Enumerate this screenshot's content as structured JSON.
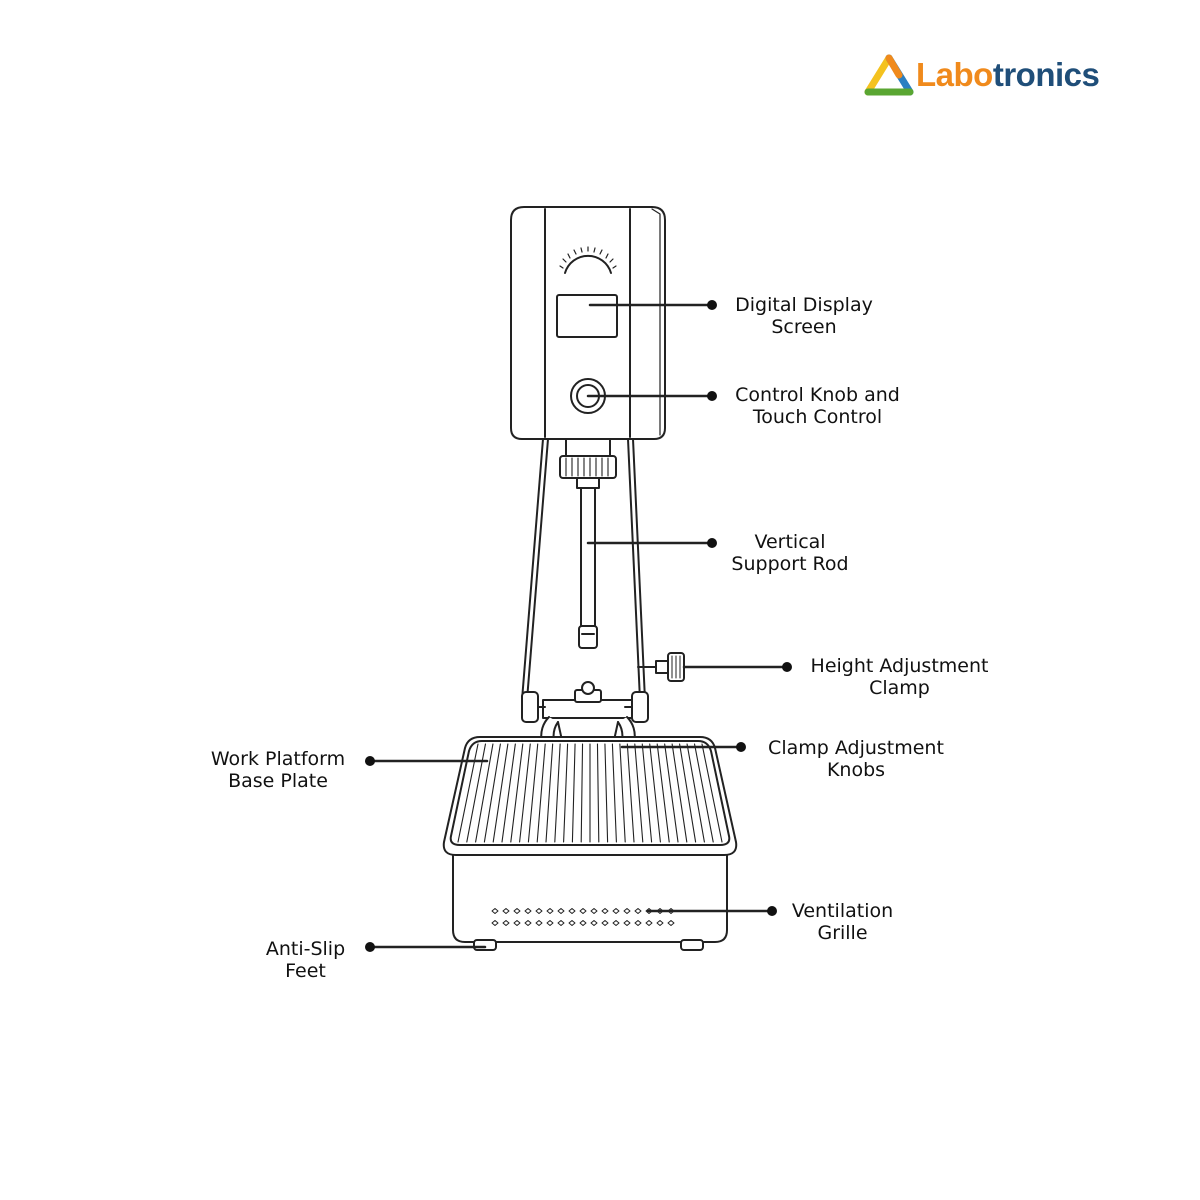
{
  "brand": {
    "name_part1": "Labo",
    "name_part2": "tronics",
    "colors": {
      "orange": "#f08a1c",
      "navy": "#1f4e79",
      "green": "#5aa632",
      "blue": "#2a7fc1",
      "yellow": "#f4c21f"
    }
  },
  "callouts": {
    "digital_display": {
      "line1": "Digital Display",
      "line2": "Screen"
    },
    "control_knob": {
      "line1": "Control Knob and",
      "line2": "Touch Control"
    },
    "support_rod": {
      "line1": "Vertical",
      "line2": "Support Rod"
    },
    "height_clamp": {
      "line1": "Height Adjustment",
      "line2": "Clamp"
    },
    "clamp_knobs": {
      "line1": "Clamp Adjustment",
      "line2": "Knobs"
    },
    "base_plate": {
      "line1": "Work Platform",
      "line2": "Base Plate"
    },
    "ventilation": {
      "line1": "Ventilation",
      "line2": "Grille"
    },
    "feet": {
      "line1": "Anti-Slip",
      "line2": "Feet"
    }
  }
}
